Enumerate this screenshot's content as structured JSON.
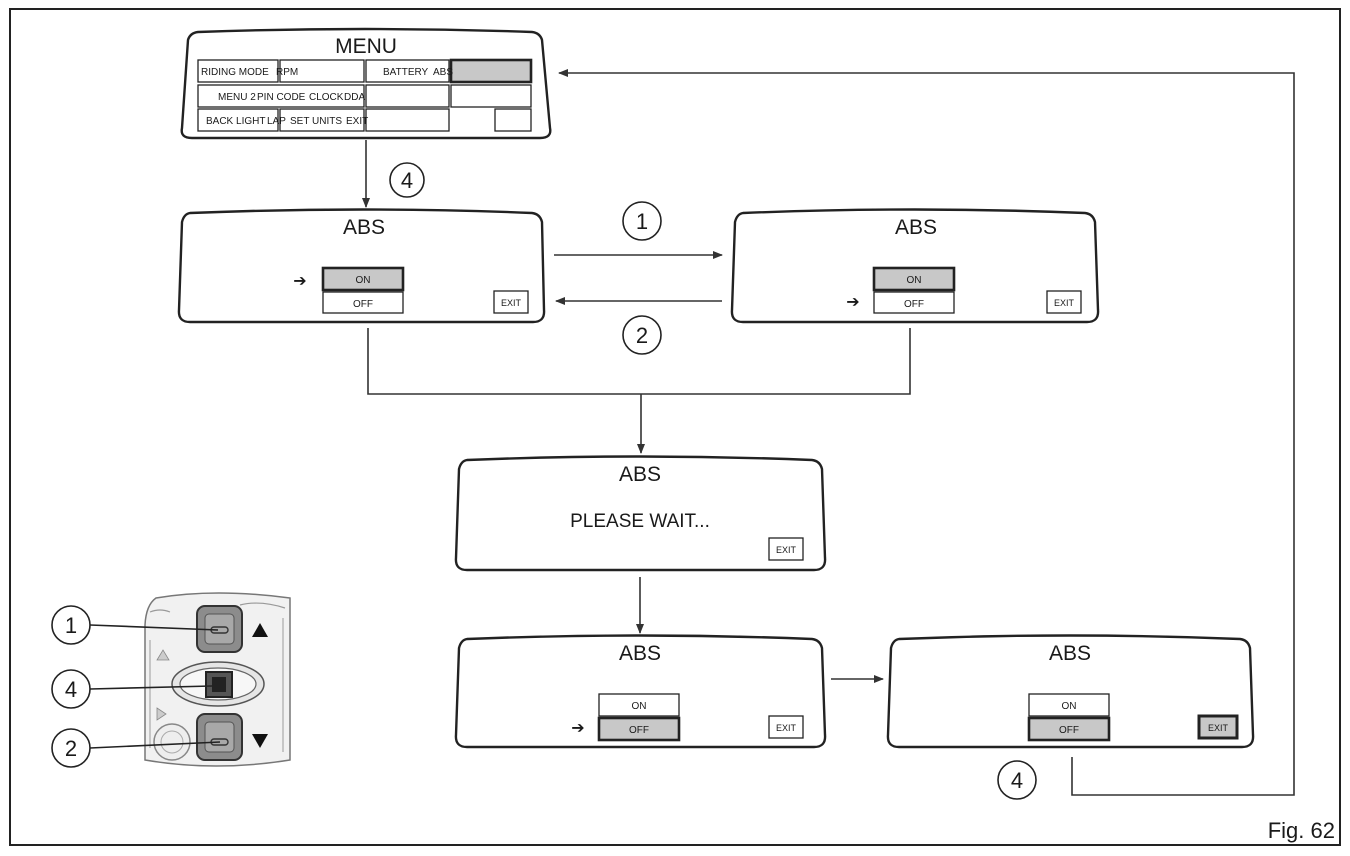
{
  "figure_label": "Fig. 62",
  "menu": {
    "title": "MENU",
    "cells": [
      "RIDING MODE",
      "RPM",
      "BATTERY",
      "ABS",
      "MENU 2",
      "PIN CODE",
      "CLOCK",
      "DDA",
      "BACK LIGHT",
      "LAP",
      "SET UNITS",
      "EXIT"
    ]
  },
  "screens": {
    "abs_on": {
      "title": "ABS",
      "on": "ON",
      "off": "OFF",
      "exit": "EXIT"
    },
    "abs_off_select": {
      "title": "ABS",
      "on": "ON",
      "off": "OFF",
      "exit": "EXIT"
    },
    "abs_wait": {
      "title": "ABS",
      "message": "PLEASE WAIT...",
      "exit": "EXIT"
    },
    "abs_off": {
      "title": "ABS",
      "on": "ON",
      "off": "OFF",
      "exit": "EXIT"
    },
    "abs_exit": {
      "title": "ABS",
      "on": "ON",
      "off": "OFF",
      "exit": "EXIT"
    }
  },
  "steps": {
    "s1": "1",
    "s2": "2",
    "s4": "4"
  },
  "switch_legend": {
    "labels": [
      "1",
      "4",
      "2"
    ],
    "up_arrow": "up-triangle-icon",
    "down_arrow": "down-triangle-icon"
  }
}
